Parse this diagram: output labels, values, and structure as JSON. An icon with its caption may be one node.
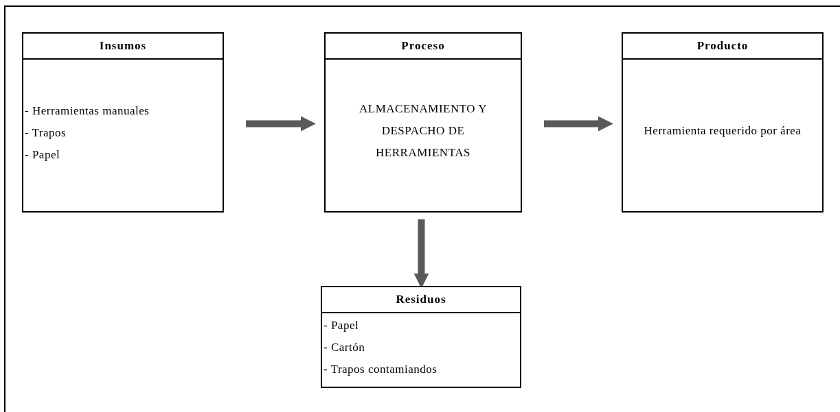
{
  "diagram": {
    "nodes": [
      {
        "text": [
          "Insumos",
          "- Herramientas manuales",
          "- Trapos",
          "- Papel"
        ]
      },
      {
        "text": [
          "Proceso",
          "ALMACENAMIENTO Y DESPACHO DE HERRAMIENTAS"
        ]
      },
      {
        "text": [
          "Producto",
          "Herramienta requerido por área"
        ]
      },
      {
        "text": [
          "Residuos",
          "- Papel",
          "- Cartón",
          "- Trapos contamiandos"
        ]
      }
    ],
    "edges": [
      {
        "from": 0,
        "to": 1,
        "arrow": "to"
      },
      {
        "from": 1,
        "to": 2,
        "arrow": "to"
      },
      {
        "from": 1,
        "to": 3,
        "arrow": "to"
      }
    ]
  }
}
